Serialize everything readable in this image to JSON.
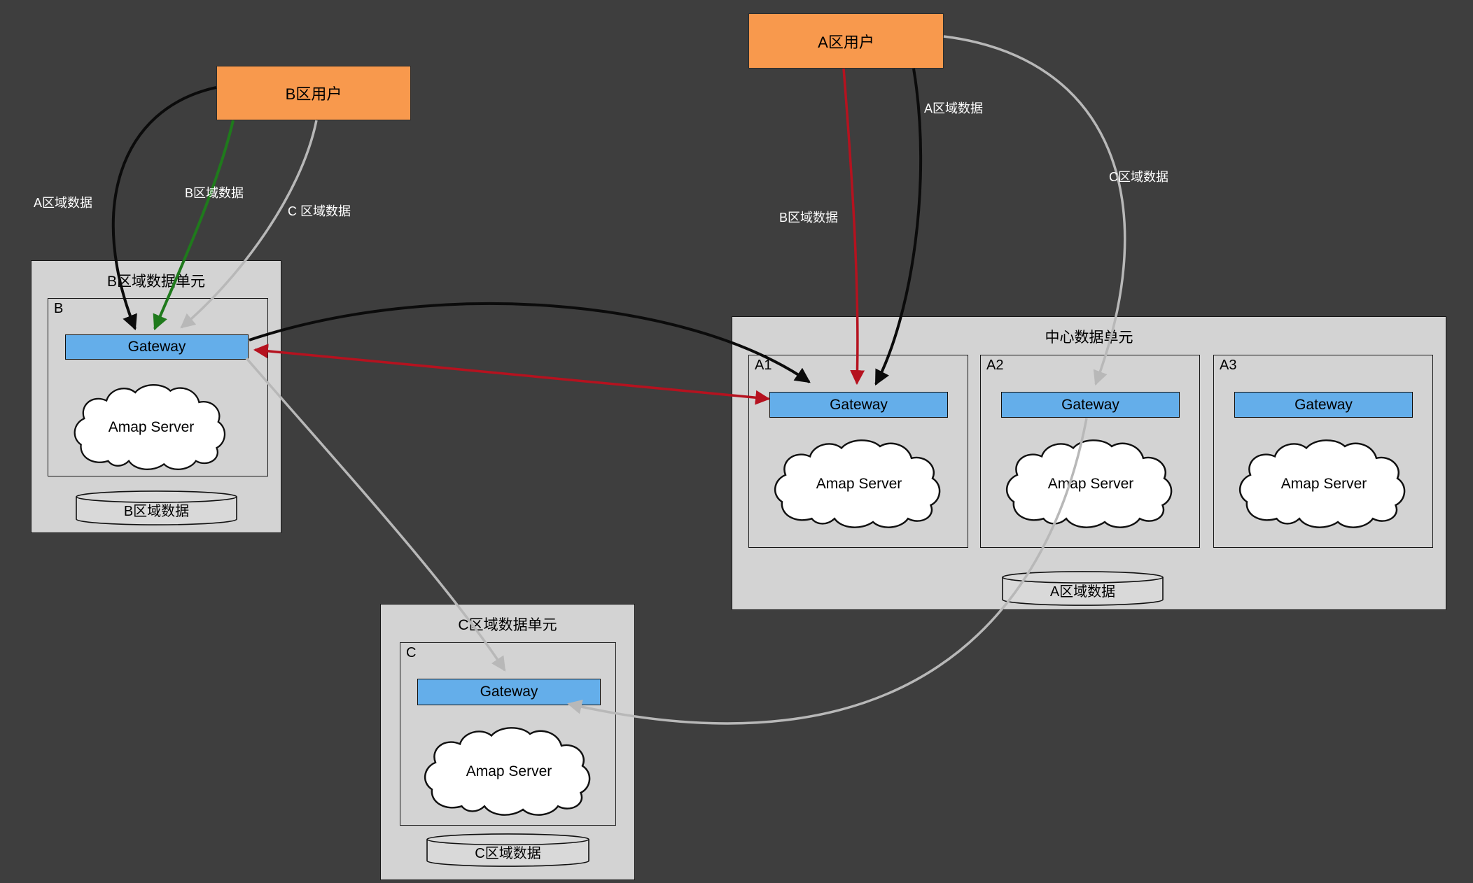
{
  "users": {
    "a": {
      "label": "A区用户"
    },
    "b": {
      "label": "B区用户"
    }
  },
  "units": {
    "b": {
      "title": "B区域数据单元",
      "box_label": "B",
      "gateway": "Gateway",
      "server": "Amap Server",
      "database": "B区域数据"
    },
    "center": {
      "title": "中心数据单元",
      "subunits": [
        {
          "label": "A1",
          "gateway": "Gateway",
          "server": "Amap Server"
        },
        {
          "label": "A2",
          "gateway": "Gateway",
          "server": "Amap Server"
        },
        {
          "label": "A3",
          "gateway": "Gateway",
          "server": "Amap Server"
        }
      ],
      "database": "A区域数据"
    },
    "c": {
      "title": "C区域数据单元",
      "box_label": "C",
      "gateway": "Gateway",
      "server": "Amap Server",
      "database": "C区域数据"
    }
  },
  "edge_labels": {
    "b_user_a_data": "A区域数据",
    "b_user_b_data": "B区域数据",
    "b_user_c_data": "C 区域数据",
    "a_user_a_data": "A区域数据",
    "a_user_b_data": "B区域数据",
    "a_user_c_data": "C区域数据"
  },
  "colors": {
    "background": "#3e3e3e",
    "container_fill": "#d3d3d3",
    "gateway_fill": "#64aeea",
    "user_fill": "#f8994d",
    "arrow_black": "#0b0b0b",
    "arrow_red": "#b5121f",
    "arrow_green": "#1f7a1c",
    "arrow_gray": "#b8b8b8"
  }
}
